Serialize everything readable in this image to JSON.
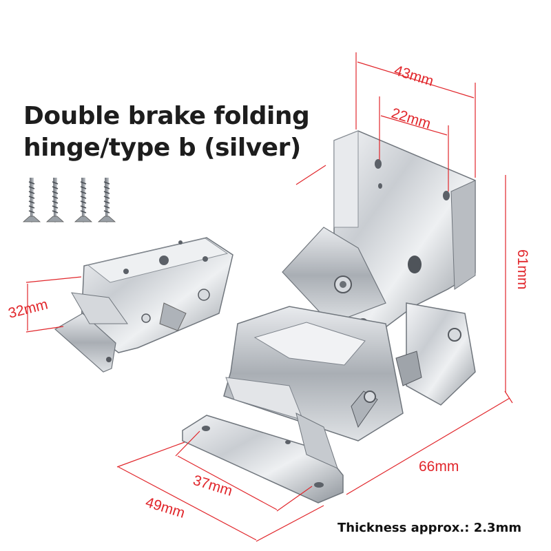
{
  "product": {
    "title_line1": "Double brake folding",
    "title_line2": "hinge/type b (silver)",
    "thickness_note": "Thickness approx.: 2.3mm"
  },
  "dimensions": {
    "top_width": "43mm",
    "hole_spacing": "22mm",
    "height": "61mm",
    "fold_height": "32mm",
    "length": "66mm",
    "base_hole_spacing": "37mm",
    "base_width": "49mm"
  },
  "colors": {
    "dimension_line": "#e1262b",
    "title_text": "#1d1d1d",
    "background": "#ffffff"
  },
  "icons": [
    "screw-icon",
    "screw-icon",
    "screw-icon",
    "screw-icon"
  ]
}
